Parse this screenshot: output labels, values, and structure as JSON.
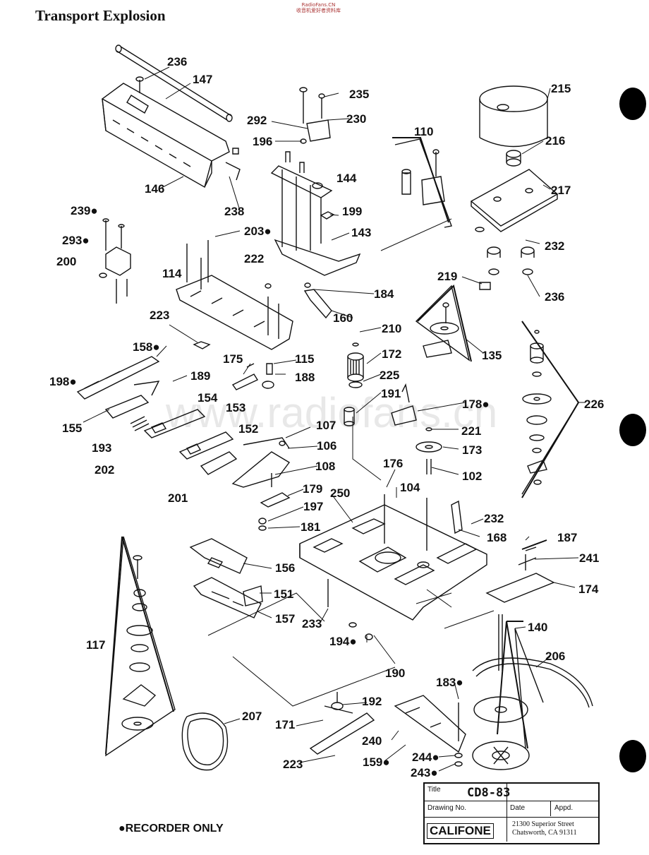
{
  "header": {
    "title": "Transport Explosion",
    "watermark_line1": "RadioFans.CN",
    "watermark_line2": "收音机爱好者资料库"
  },
  "background_watermark": "www.radiofans.cn",
  "part_labels": [
    "236",
    "147",
    "235",
    "230",
    "292",
    "196",
    "215",
    "216",
    "217",
    "110",
    "146",
    "144",
    "238",
    "239●",
    "199",
    "293●",
    "203●",
    "200",
    "143",
    "232",
    "222",
    "114",
    "184",
    "219",
    "236",
    "160",
    "223",
    "210",
    "172",
    "135",
    "158●",
    "175",
    "115",
    "225",
    "198●",
    "189",
    "188",
    "191",
    "178●",
    "226",
    "154",
    "153",
    "155",
    "152",
    "107",
    "221",
    "193",
    "106",
    "173",
    "202",
    "108",
    "102",
    "176",
    "201",
    "179",
    "104",
    "197",
    "250",
    "232",
    "181",
    "168",
    "187",
    "241",
    "156",
    "151",
    "174",
    "157",
    "233",
    "140",
    "117",
    "194●",
    "206",
    "190",
    "183●",
    "192",
    "207",
    "171",
    "240",
    "223",
    "159●",
    "244●",
    "243●"
  ],
  "footnote": "●RECORDER ONLY",
  "title_block": {
    "title_label": "Title",
    "title_value": "CD8-83",
    "drawing_no_label": "Drawing No.",
    "date_label": "Date",
    "appd_label": "Appd.",
    "company": "CALIFONE",
    "address_line1": "21300 Superior Street",
    "address_line2": "Chatsworth, CA 91311"
  }
}
